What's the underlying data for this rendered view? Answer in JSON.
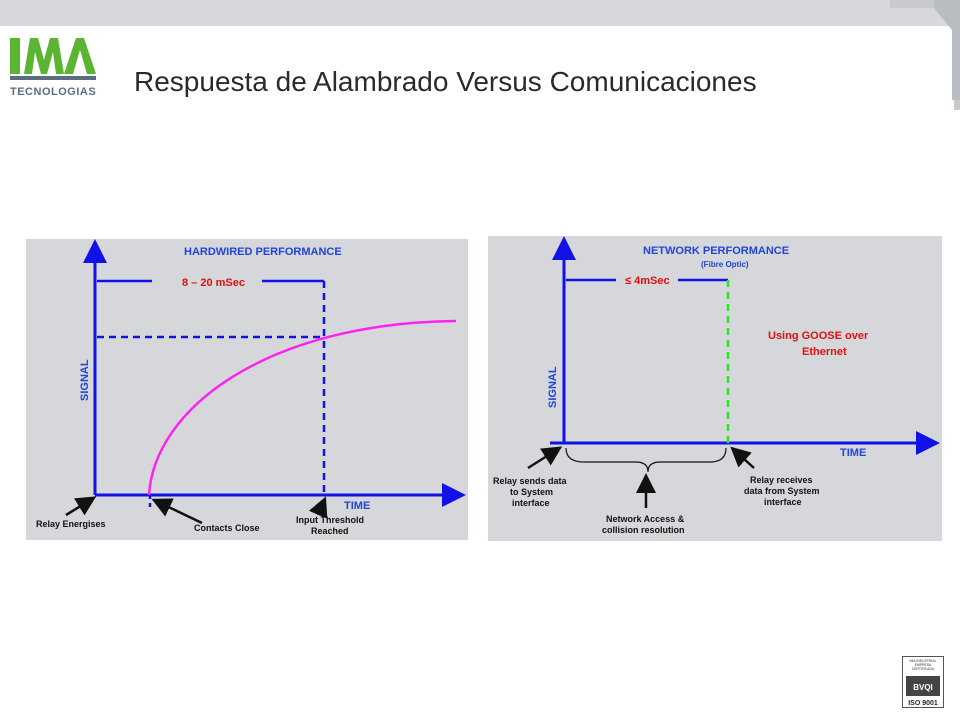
{
  "slide": {
    "title": "Respuesta de Alambrado Versus Comunicaciones",
    "logo": {
      "mark": "IMA",
      "text": "TECNOLOGIAS"
    }
  },
  "colors": {
    "panel_bg": "#d5d7db",
    "axis_blue": "#1212e6",
    "title_blue": "#2244d8",
    "curve_magenta": "#ff22ee",
    "goose_green": "#22ee22",
    "red_text": "#e01010",
    "logo_green": "#5bb432",
    "logo_gray": "#5a6e7e"
  },
  "hardwired": {
    "title": "HARDWIRED PERFORMANCE",
    "interval": "8 –  20 mSec",
    "y_axis": "SIGNAL",
    "x_axis": "TIME",
    "label_relay": "Relay Energises",
    "label_contacts": "Contacts Close",
    "label_threshold_1": "Input Threshold",
    "label_threshold_2": "Reached"
  },
  "network": {
    "title": "NETWORK PERFORMANCE",
    "subtitle": "(Fibre Optic)",
    "interval": "≤ 4mSec",
    "goose_1": "Using GOOSE over",
    "goose_2": "Ethernet",
    "y_axis": "SIGNAL",
    "x_axis": "TIME",
    "sends_1": "Relay sends data",
    "sends_2": "to System",
    "sends_3": "interface",
    "access_1": "Network Access &",
    "access_2": "collision resolution",
    "receives_1": "Relay receives",
    "receives_2": "data from System",
    "receives_3": "interface"
  },
  "badge": {
    "line1": "IMA INDUSTRIAL",
    "line2": "EMPRESA",
    "line3": "CERTIFICADA",
    "mark": "BVQI",
    "iso": "ISO 9001"
  }
}
